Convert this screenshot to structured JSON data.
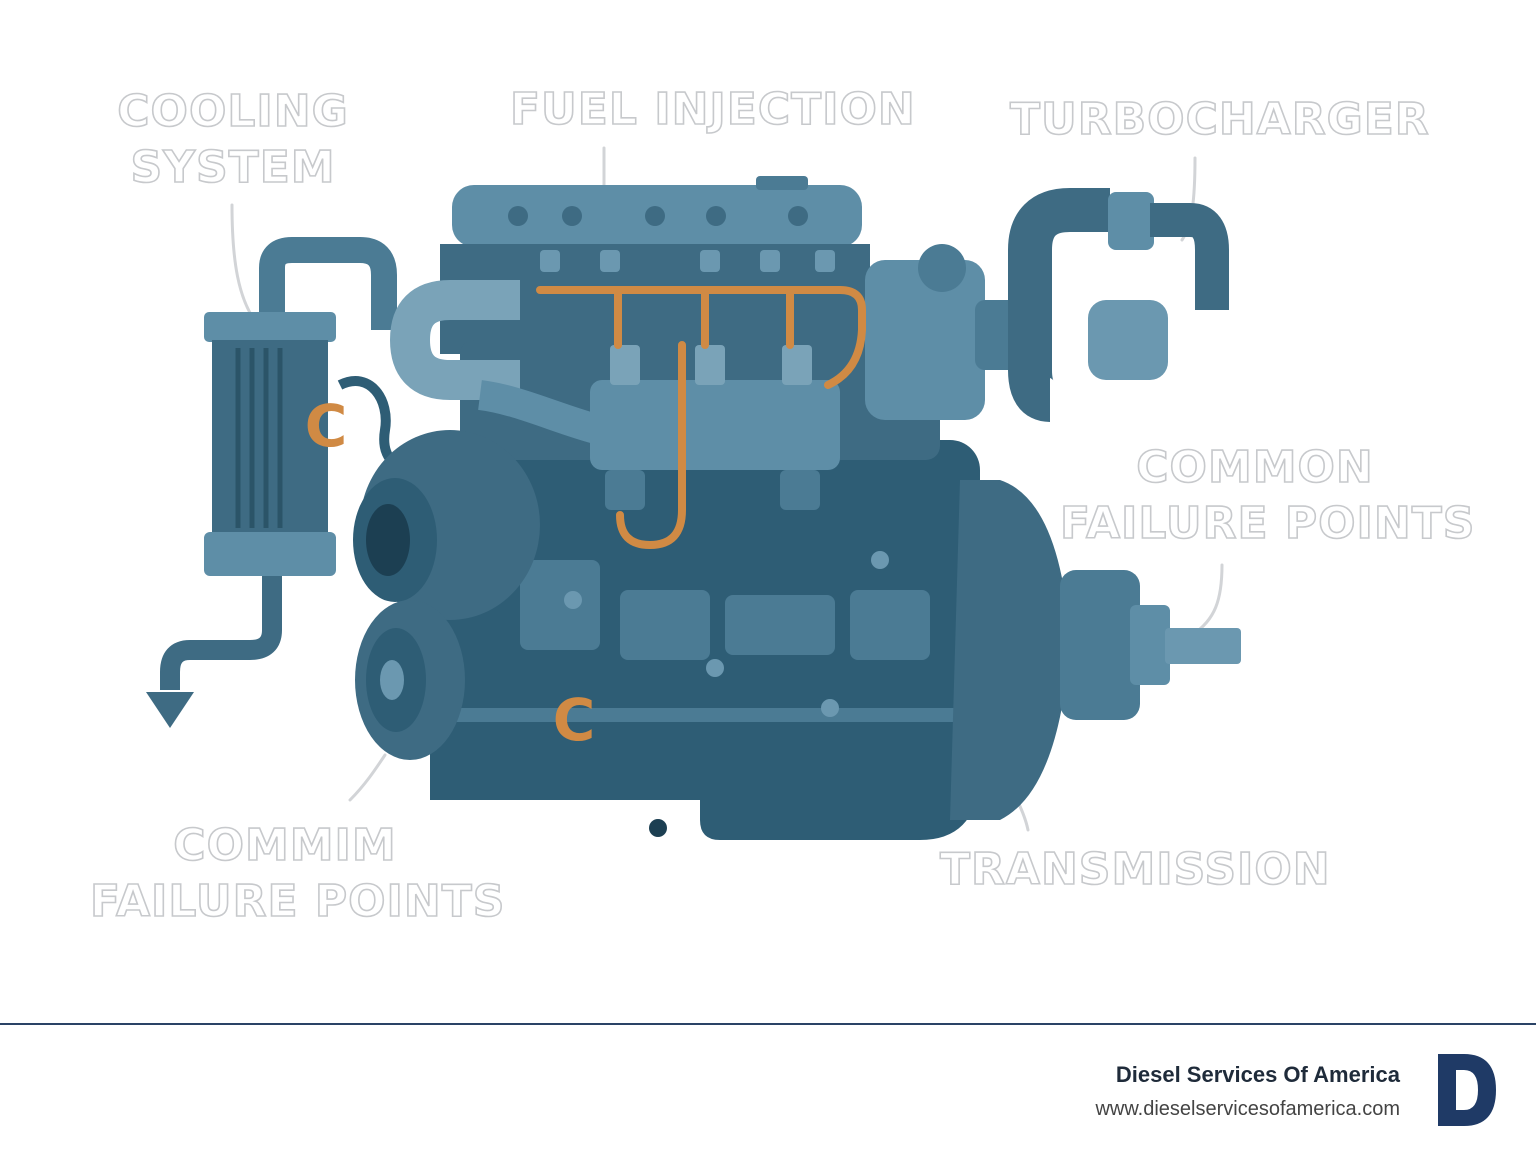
{
  "labels": {
    "cooling": [
      "COOLING",
      "SYSTEM"
    ],
    "fuel": [
      "FUEL INJECTION"
    ],
    "turbo": [
      "TURBOCHARGER"
    ],
    "common": [
      "COMMON",
      "FAILURE POINTS"
    ],
    "commim": [
      "COMMIM",
      "FAILURE POINTS"
    ],
    "transmission": [
      "TRANSMISSION"
    ]
  },
  "markers": [
    "C",
    "C"
  ],
  "brand": {
    "name": "Diesel Services Of America",
    "url": "www.dieselservicesofamerica.com",
    "logo_letter": "D"
  },
  "colors": {
    "engine_dark": "#2e5d75",
    "engine_mid": "#4b7b94",
    "engine_light": "#7aa3b8",
    "fuel_lines": "#d08a44",
    "label_outline": "#c7c9cc",
    "footer_rule": "#2a4366",
    "brand_text": "#1f2b3a",
    "url_text": "#444444",
    "logo": "#1f3a66"
  }
}
